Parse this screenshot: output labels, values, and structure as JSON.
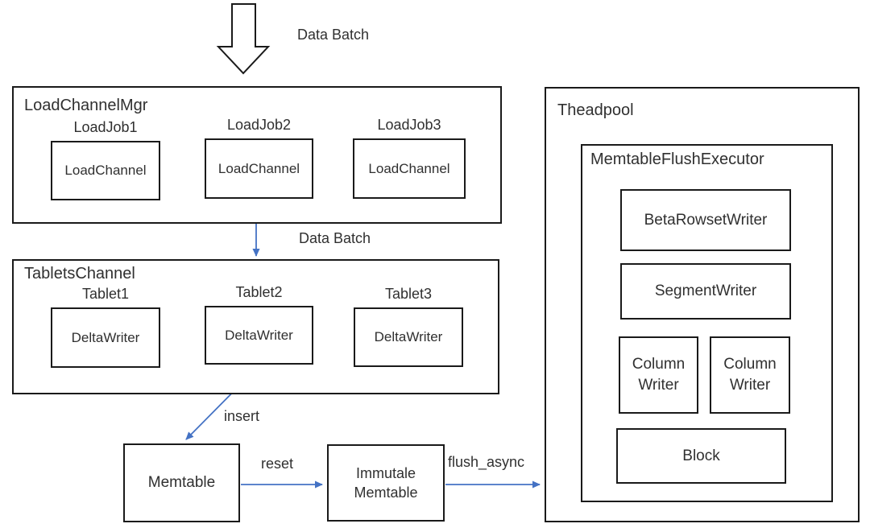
{
  "colors": {
    "arrow_blue": "#4472C4",
    "box_border": "#1a1a1a",
    "text": "#303030"
  },
  "labels": {
    "data_batch_top": "Data Batch",
    "data_batch_mid": "Data Batch",
    "insert": "insert",
    "reset": "reset",
    "flush_async": "flush_async"
  },
  "load_channel_mgr": {
    "title": "LoadChannelMgr",
    "jobs": [
      {
        "name": "LoadJob1",
        "child": "LoadChannel"
      },
      {
        "name": "LoadJob2",
        "child": "LoadChannel"
      },
      {
        "name": "LoadJob3",
        "child": "LoadChannel"
      }
    ]
  },
  "tablets_channel": {
    "title": "TabletsChannel",
    "tablets": [
      {
        "name": "Tablet1",
        "child": "DeltaWriter"
      },
      {
        "name": "Tablet2",
        "child": "DeltaWriter"
      },
      {
        "name": "Tablet3",
        "child": "DeltaWriter"
      }
    ]
  },
  "memtable": {
    "label": "Memtable"
  },
  "immutable_memtable": {
    "line1": "Immutale",
    "line2": "Memtable"
  },
  "threadpool": {
    "title": "Theadpool",
    "executor": {
      "title": "MemtableFlushExecutor",
      "boxes": [
        "BetaRowsetWriter",
        "SegmentWriter",
        "Column Writer",
        "Column Writer",
        "Block"
      ]
    }
  }
}
